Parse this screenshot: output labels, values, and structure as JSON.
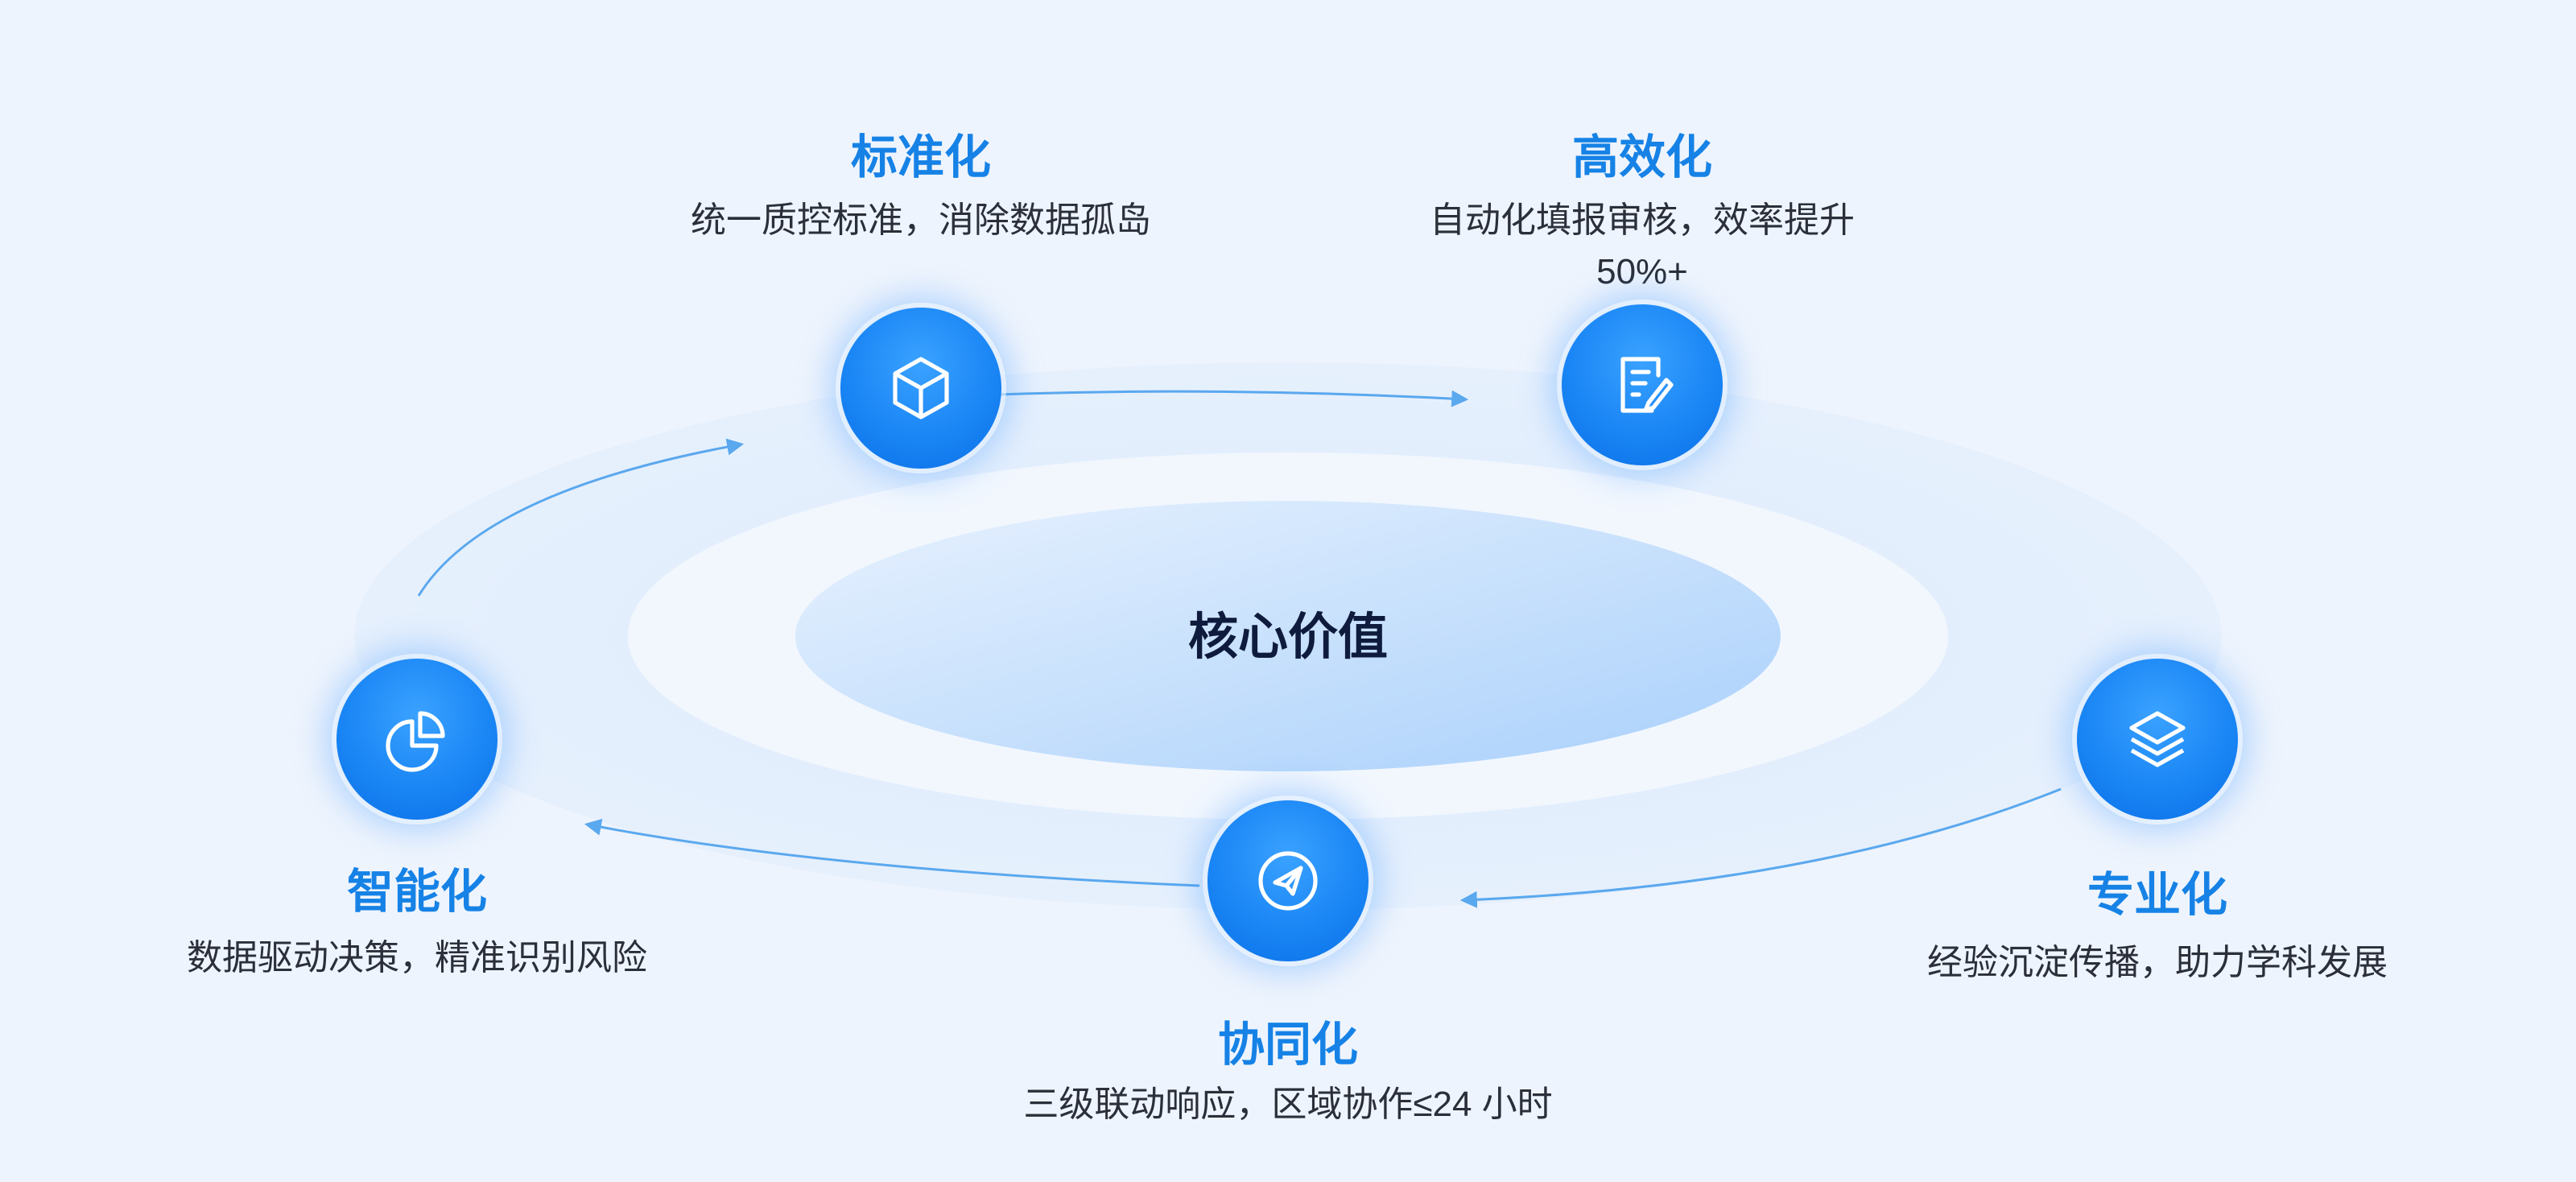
{
  "center": {
    "label": "核心价值"
  },
  "items": [
    {
      "key": "standardization",
      "title": "标准化",
      "desc": "统一质控标准，消除数据孤岛",
      "icon": "cube-icon"
    },
    {
      "key": "efficiency",
      "title": "高效化",
      "desc": "自动化填报审核，效率提升 50%+",
      "icon": "document-edit-icon"
    },
    {
      "key": "intelligence",
      "title": "智能化",
      "desc": "数据驱动决策，精准识别风险",
      "icon": "pie-chart-icon"
    },
    {
      "key": "collaboration",
      "title": "协同化",
      "desc": "三级联动响应，区域协作≤24 小时",
      "icon": "paper-plane-icon"
    },
    {
      "key": "specialization",
      "title": "专业化",
      "desc": "经验沉淀传播，助力学科发展",
      "icon": "layers-icon"
    }
  ],
  "colors": {
    "background": "#eef4fd",
    "node": "#1a86f5",
    "title": "#1682e6",
    "center_text": "#0f1b3d",
    "arrow": "#5aa8ee"
  }
}
